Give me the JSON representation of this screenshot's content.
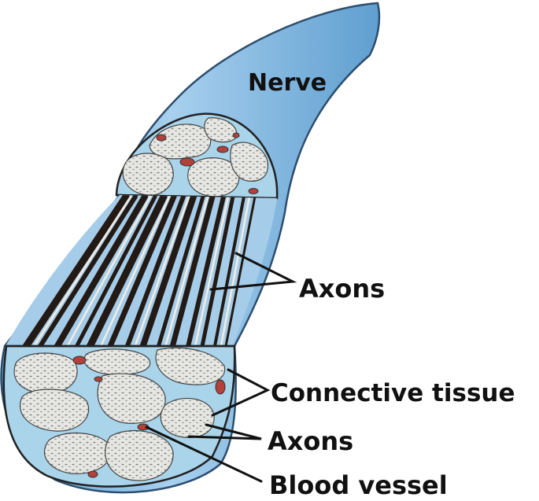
{
  "diagram": {
    "labels": {
      "nerve": "Nerve",
      "axons_long": "Axons",
      "connective_tissue": "Connective tissue",
      "axons_cross": "Axons",
      "blood_vessel": "Blood vessel"
    },
    "colors": {
      "nerve_sheath": "#7fb6e0",
      "nerve_sheath_light": "#c9e3f5",
      "axon_dark": "#2a1f1a",
      "axon_light": "#f3eee6",
      "fascicle_fill": "#e4e4e0",
      "fascicle_dots": "#8a8a8a",
      "connective_tissue": "#a9d4ea",
      "blood_vessel": "#b2413a",
      "outline": "#222222"
    }
  }
}
